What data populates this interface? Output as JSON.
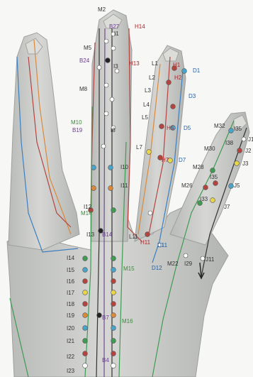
{
  "colors": {
    "background": "#f7f7f5",
    "skin": "#c9cbc8",
    "skin_shadow": "#a9aba8",
    "skin_light": "#e3e4e1",
    "red_channel": "#b5443f",
    "green_channel": "#3f9a52",
    "blue_channel": "#3c7fc1",
    "orange_channel": "#d9893c",
    "purple_channel": "#6d4b8f",
    "dark_line": "#333333",
    "label_black": "#333333",
    "label_red": "#b0262a",
    "label_blue": "#1f5fa8",
    "label_green": "#3d8a3d",
    "label_purple": "#6a3d8c"
  },
  "labels": [
    {
      "text": "M2",
      "color": "black"
    },
    {
      "text": "B27",
      "color": "purple"
    },
    {
      "text": "H14",
      "color": "red"
    },
    {
      "text": "I1",
      "color": "black"
    },
    {
      "text": "M5",
      "color": "black"
    },
    {
      "text": "B24",
      "color": "purple"
    },
    {
      "text": "I3",
      "color": "black"
    },
    {
      "text": "H13",
      "color": "red"
    },
    {
      "text": "L1",
      "color": "black"
    },
    {
      "text": "H1",
      "color": "red"
    },
    {
      "text": "D1",
      "color": "blue"
    },
    {
      "text": "L2",
      "color": "black"
    },
    {
      "text": "H2",
      "color": "red"
    },
    {
      "text": "M8",
      "color": "black"
    },
    {
      "text": "L3",
      "color": "black"
    },
    {
      "text": "D3",
      "color": "blue"
    },
    {
      "text": "L4",
      "color": "black"
    },
    {
      "text": "L5",
      "color": "black"
    },
    {
      "text": "H5",
      "color": "red"
    },
    {
      "text": "D5",
      "color": "blue"
    },
    {
      "text": "M10",
      "color": "green"
    },
    {
      "text": "B19",
      "color": "purple"
    },
    {
      "text": "I8",
      "color": "black"
    },
    {
      "text": "M32",
      "color": "black"
    },
    {
      "text": "I35",
      "color": "black"
    },
    {
      "text": "J1",
      "color": "black"
    },
    {
      "text": "I38",
      "color": "black"
    },
    {
      "text": "J2",
      "color": "black"
    },
    {
      "text": "M30",
      "color": "black"
    },
    {
      "text": "L7",
      "color": "black"
    },
    {
      "text": "H7",
      "color": "red"
    },
    {
      "text": "D7",
      "color": "blue"
    },
    {
      "text": "J3",
      "color": "black"
    },
    {
      "text": "I10",
      "color": "black"
    },
    {
      "text": "M28",
      "color": "black"
    },
    {
      "text": "I35",
      "color": "black"
    },
    {
      "text": "I11",
      "color": "black"
    },
    {
      "text": "M26",
      "color": "black"
    },
    {
      "text": "J5",
      "color": "black"
    },
    {
      "text": "I33",
      "color": "black"
    },
    {
      "text": "I12",
      "color": "black"
    },
    {
      "text": "J7",
      "color": "black"
    },
    {
      "text": "M14",
      "color": "green"
    },
    {
      "text": "I13",
      "color": "black"
    },
    {
      "text": "B14",
      "color": "purple"
    },
    {
      "text": "L11",
      "color": "black"
    },
    {
      "text": "H11",
      "color": "red"
    },
    {
      "text": "D11",
      "color": "blue"
    },
    {
      "text": "D12",
      "color": "blue"
    },
    {
      "text": "J11",
      "color": "black"
    },
    {
      "text": "I14",
      "color": "black"
    },
    {
      "text": "M22",
      "color": "black"
    },
    {
      "text": "I29",
      "color": "black"
    },
    {
      "text": "I15",
      "color": "black"
    },
    {
      "text": "M15",
      "color": "green"
    },
    {
      "text": "I16",
      "color": "black"
    },
    {
      "text": "I17",
      "color": "black"
    },
    {
      "text": "I18",
      "color": "black"
    },
    {
      "text": "I19",
      "color": "black"
    },
    {
      "text": "B7",
      "color": "purple"
    },
    {
      "text": "M16",
      "color": "green"
    },
    {
      "text": "I20",
      "color": "black"
    },
    {
      "text": "I21",
      "color": "black"
    },
    {
      "text": "I22",
      "color": "black"
    },
    {
      "text": "B4",
      "color": "purple"
    },
    {
      "text": "I23",
      "color": "black"
    }
  ]
}
